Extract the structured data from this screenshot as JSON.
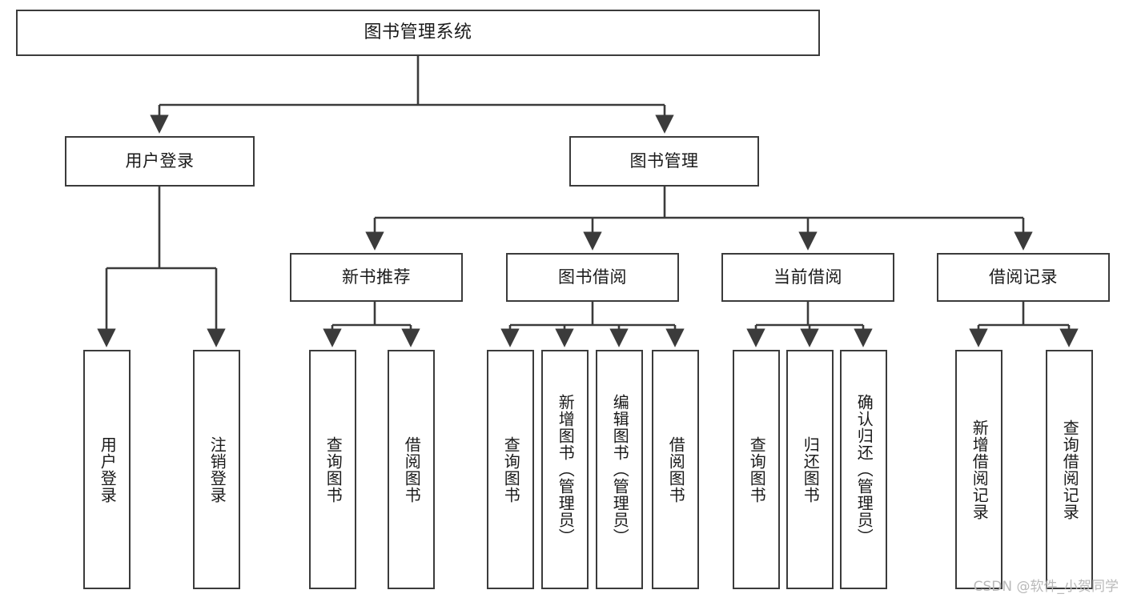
{
  "diagram": {
    "title": "图书管理系统",
    "type": "tree-hierarchy-diagram",
    "watermark": "CSDN @软件_小贺同学",
    "colors": {
      "node_border": "#3b3b3b",
      "node_fill": "#ffffff",
      "connector": "#3b3b3b",
      "text": "#1a1a1a",
      "watermark": "#b9b9b9"
    },
    "root": {
      "id": "root",
      "label": "图书管理系统"
    },
    "level2": [
      {
        "id": "user-login",
        "label": "用户登录"
      },
      {
        "id": "book-manage",
        "label": "图书管理"
      }
    ],
    "level3": [
      {
        "id": "new-book-recommend",
        "label": "新书推荐",
        "parent": "book-manage"
      },
      {
        "id": "book-borrow",
        "label": "图书借阅",
        "parent": "book-manage"
      },
      {
        "id": "current-borrow",
        "label": "当前借阅",
        "parent": "book-manage"
      },
      {
        "id": "borrow-record",
        "label": "借阅记录",
        "parent": "book-manage"
      }
    ],
    "leaves": [
      {
        "id": "leaf-user-login",
        "label": "用户登录",
        "parent": "user-login"
      },
      {
        "id": "leaf-logout",
        "label": "注销登录",
        "parent": "user-login"
      },
      {
        "id": "leaf-query-book-1",
        "label": "查询图书",
        "parent": "new-book-recommend"
      },
      {
        "id": "leaf-borrow-book-1",
        "label": "借阅图书",
        "parent": "new-book-recommend"
      },
      {
        "id": "leaf-query-book-2",
        "label": "查询图书",
        "parent": "book-borrow"
      },
      {
        "id": "leaf-add-book",
        "label": "新增图书（管理员）",
        "parent": "book-borrow"
      },
      {
        "id": "leaf-edit-book",
        "label": "编辑图书（管理员）",
        "parent": "book-borrow"
      },
      {
        "id": "leaf-borrow-book-2",
        "label": "借阅图书",
        "parent": "book-borrow"
      },
      {
        "id": "leaf-query-book-3",
        "label": "查询图书",
        "parent": "current-borrow"
      },
      {
        "id": "leaf-return-book",
        "label": "归还图书",
        "parent": "current-borrow"
      },
      {
        "id": "leaf-confirm-return",
        "label": "确认归还（管理员）",
        "parent": "current-borrow"
      },
      {
        "id": "leaf-add-record",
        "label": "新增借阅记录",
        "parent": "borrow-record"
      },
      {
        "id": "leaf-query-record",
        "label": "查询借阅记录",
        "parent": "borrow-record"
      }
    ]
  }
}
